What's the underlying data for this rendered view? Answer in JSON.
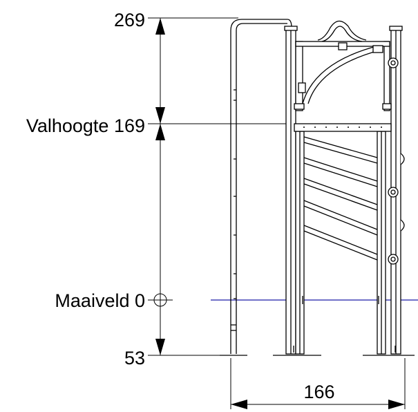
{
  "dimensions": {
    "top": "269",
    "fall_height": "Valhoogte 169",
    "ground": "Maaiveld 0",
    "bottom": "53",
    "width": "166"
  },
  "colors": {
    "ground_line": "#1a1aa8",
    "line": "#000000"
  }
}
